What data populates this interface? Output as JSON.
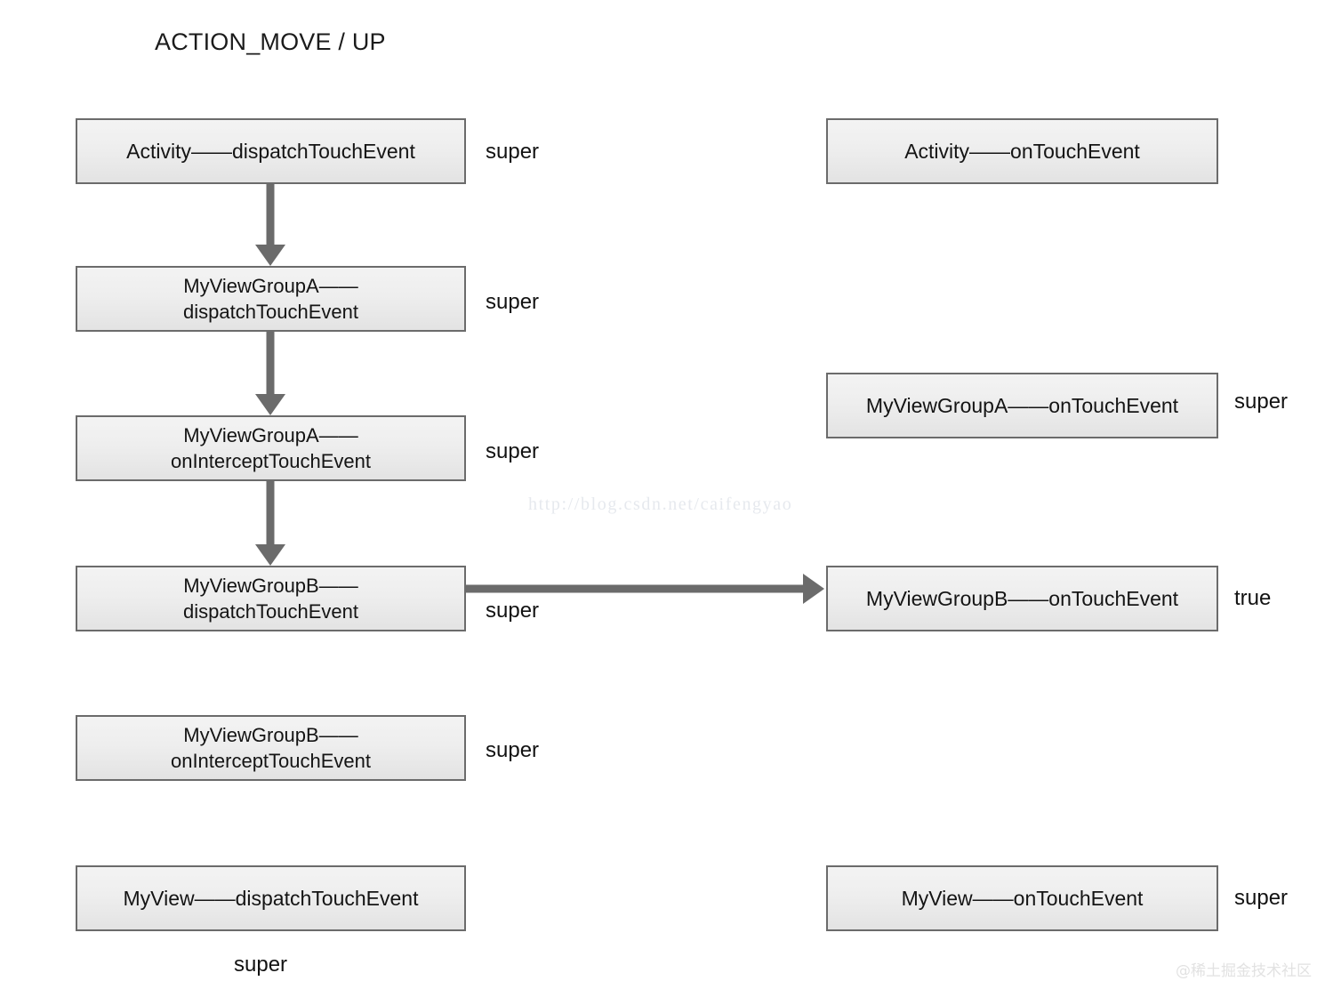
{
  "diagram": {
    "title": "ACTION_MOVE / UP",
    "type": "flow-diagram",
    "background_color": "#ffffff",
    "box_border_color": "#6b6b6b",
    "box_fill_color": "#ebebeb",
    "arrow_color": "#6b6b6b",
    "text_color": "#141414"
  },
  "left_column": {
    "nodes": [
      {
        "id": "activity-dispatch",
        "label": "Activity——dispatchTouchEvent",
        "return_label": "super"
      },
      {
        "id": "viewgroupa-dispatch",
        "label": "MyViewGroupA——\ndispatchTouchEvent",
        "return_label": "super"
      },
      {
        "id": "viewgroupa-onintercept",
        "label": "MyViewGroupA——\nonInterceptTouchEvent",
        "return_label": "super"
      },
      {
        "id": "viewgroupb-dispatch",
        "label": "MyViewGroupB——\ndispatchTouchEvent",
        "return_label": "super"
      },
      {
        "id": "viewgroupb-onintercept",
        "label": "MyViewGroupB——\nonInterceptTouchEvent",
        "return_label": "super"
      },
      {
        "id": "myview-dispatch",
        "label": "MyView——dispatchTouchEvent",
        "return_label": "super"
      }
    ]
  },
  "right_column": {
    "nodes": [
      {
        "id": "activity-ontouch",
        "label": "Activity——onTouchEvent",
        "return_label": ""
      },
      {
        "id": "viewgroupa-ontouch",
        "label": "MyViewGroupA——onTouchEvent",
        "return_label": "super"
      },
      {
        "id": "viewgroupb-ontouch",
        "label": "MyViewGroupB——onTouchEvent",
        "return_label": "true"
      },
      {
        "id": "myview-ontouch",
        "label": "MyView——onTouchEvent",
        "return_label": "super"
      }
    ]
  },
  "watermarks": {
    "url": "http://blog.csdn.net/caifengyao",
    "brand": "@稀土掘金技术社区"
  }
}
